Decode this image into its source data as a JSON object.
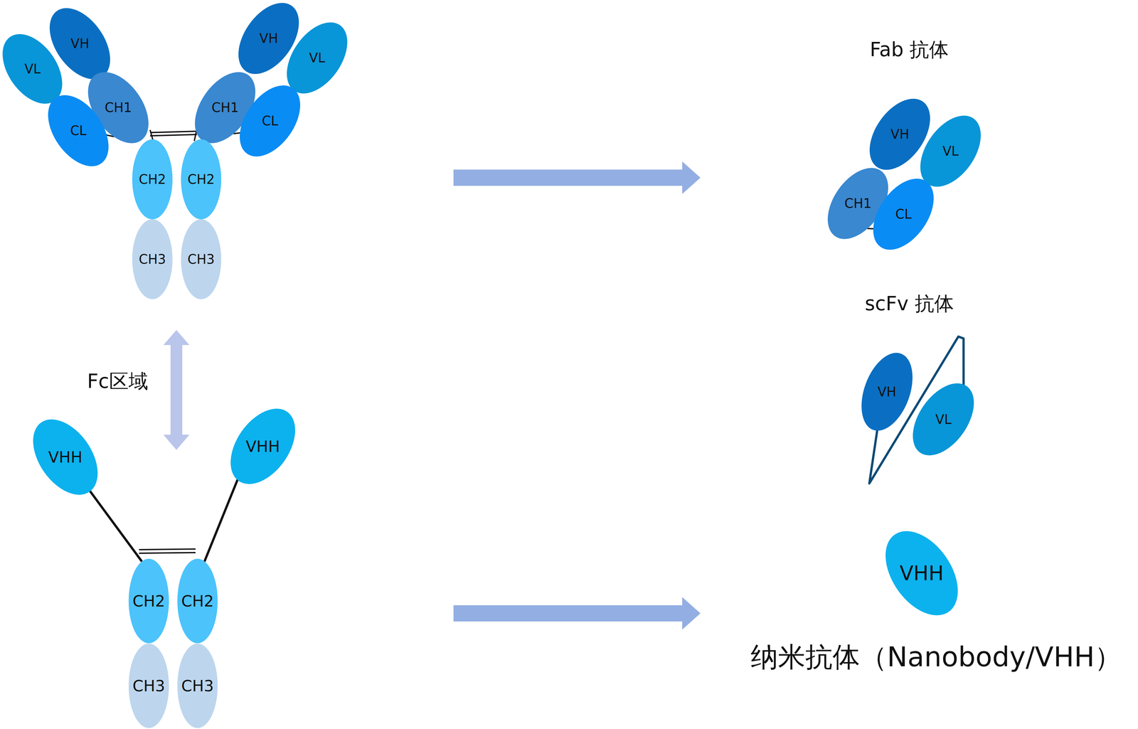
{
  "diagram": {
    "nodes": [
      {
        "text": [
          "VL"
        ]
      },
      {
        "text": [
          "VH"
        ]
      },
      {
        "text": [
          "CH1"
        ]
      },
      {
        "text": [
          "CL"
        ]
      },
      {
        "text": [
          "VH"
        ]
      },
      {
        "text": [
          "VL"
        ]
      },
      {
        "text": [
          "CH1"
        ]
      },
      {
        "text": [
          "CL"
        ]
      },
      {
        "text": [
          "CH2"
        ]
      },
      {
        "text": [
          "CH2"
        ]
      },
      {
        "text": [
          "CH3"
        ]
      },
      {
        "text": [
          "CH3"
        ]
      },
      {
        "text": [
          "VHH"
        ]
      },
      {
        "text": [
          "VHH"
        ]
      },
      {
        "text": [
          "CH2"
        ]
      },
      {
        "text": [
          "CH2"
        ]
      },
      {
        "text": [
          "CH3"
        ]
      },
      {
        "text": [
          "CH3"
        ]
      },
      {
        "text": [
          "VH"
        ]
      },
      {
        "text": [
          "VL"
        ]
      },
      {
        "text": [
          "CH1"
        ]
      },
      {
        "text": [
          "CL"
        ]
      },
      {
        "text": [
          "VH"
        ]
      },
      {
        "text": [
          "VL"
        ]
      },
      {
        "text": [
          "VHH"
        ]
      }
    ],
    "edges": [
      {
        "from": 2,
        "to": 3,
        "arrow": "none"
      },
      {
        "from": 6,
        "to": 7,
        "arrow": "none"
      },
      {
        "from": 12,
        "to": 14,
        "arrow": "none"
      },
      {
        "from": 13,
        "to": 15,
        "arrow": "none"
      },
      {
        "from": 20,
        "to": 21,
        "arrow": "none"
      },
      {
        "from": 22,
        "to": 23,
        "arrow": "none"
      }
    ],
    "labels": [
      "Fab 抗体",
      "scFv 抗体",
      "Fc区域",
      "纳米抗体（Nanobody/VHH）"
    ]
  }
}
